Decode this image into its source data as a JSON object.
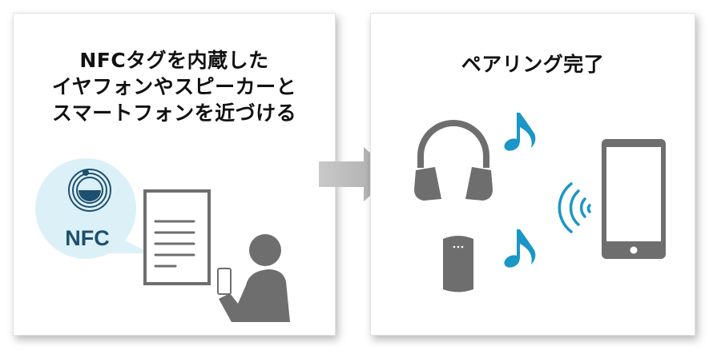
{
  "step1": {
    "title_lines": [
      "NFCタグを内蔵した",
      "イヤフォンやスピーカーと",
      "スマートフォンを近づける"
    ],
    "nfc_label": "NFC"
  },
  "step2": {
    "title": "ペアリング完了"
  },
  "colors": {
    "gray": "#6e6e6e",
    "blue": "#1a96c8",
    "nfc_navy": "#1d4f6e",
    "bubble": "#dcf0f8"
  }
}
